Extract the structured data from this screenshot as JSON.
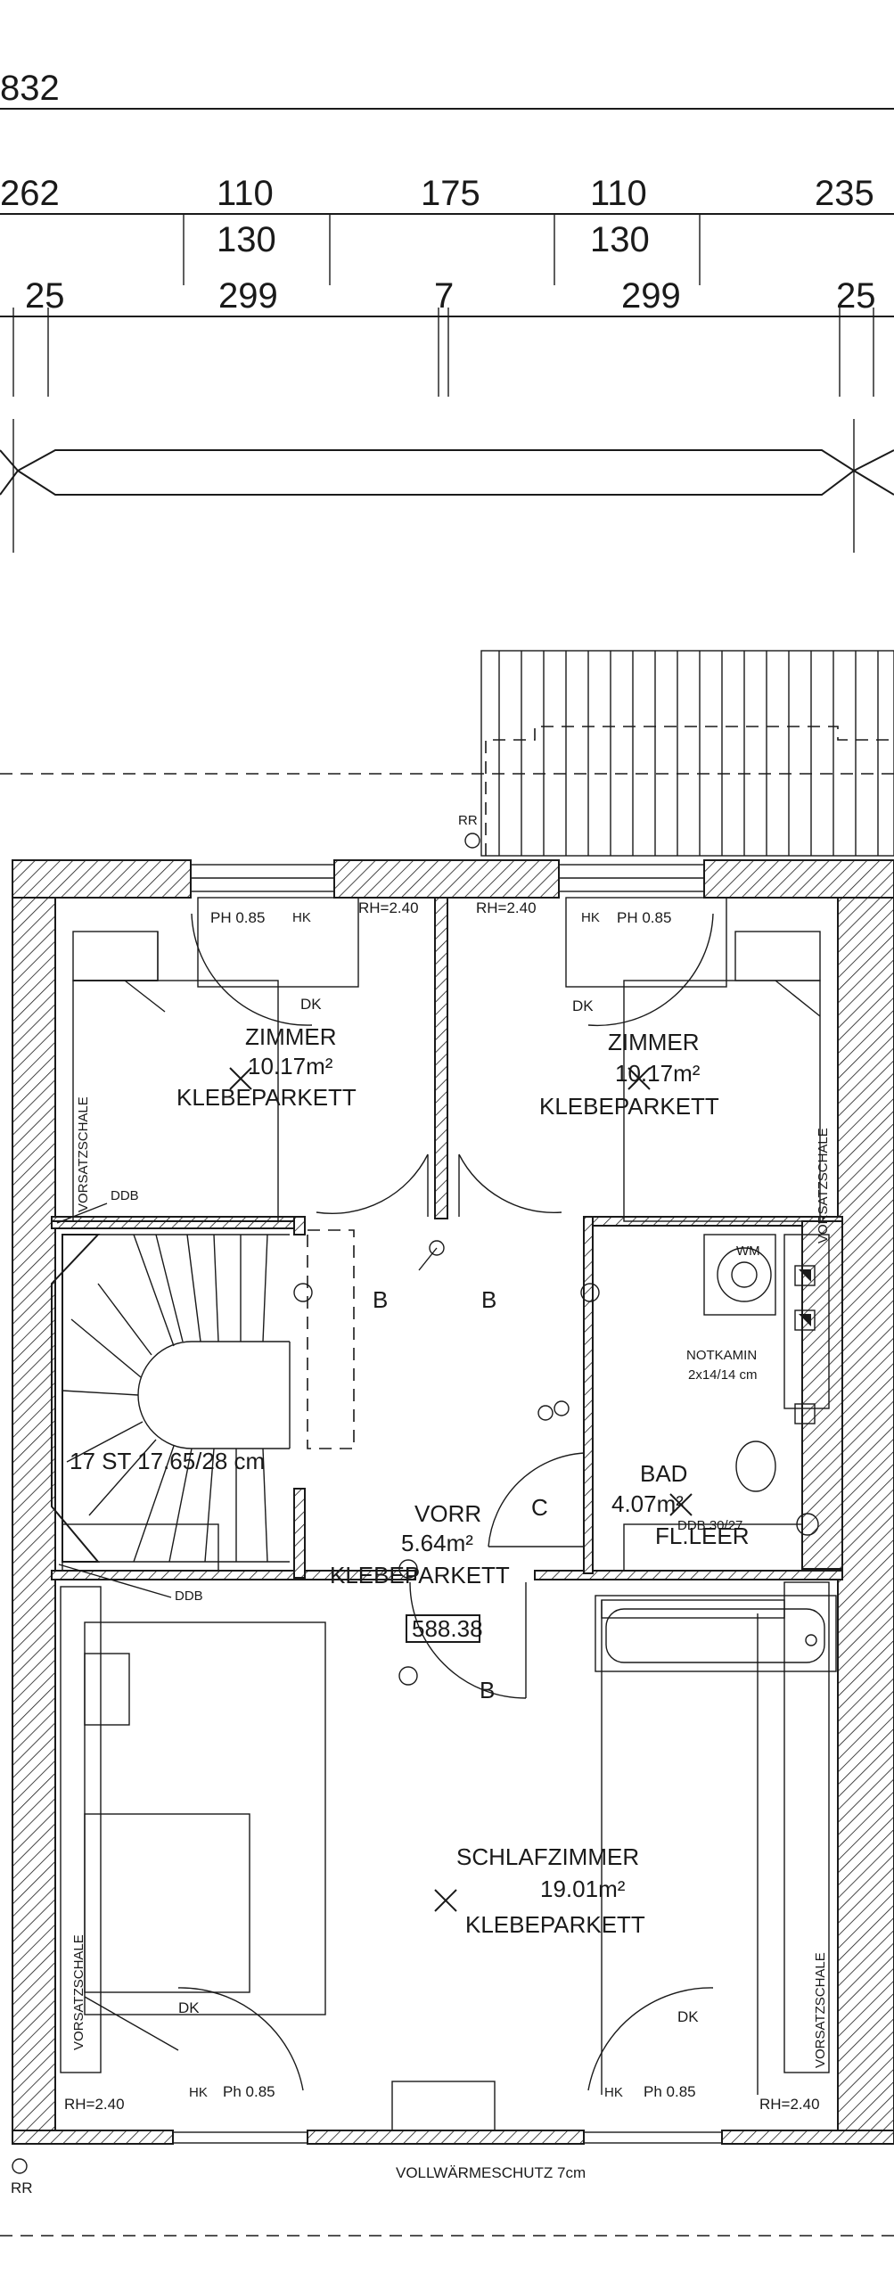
{
  "dimensions": {
    "total": "832",
    "row1": [
      "262",
      "110",
      "175",
      "110",
      "235"
    ],
    "row1_sub": [
      "130",
      "130"
    ],
    "row2": [
      "25",
      "299",
      "7",
      "299",
      "25"
    ]
  },
  "rooms": {
    "zimmer_left": {
      "name": "ZIMMER",
      "area": "10.17m²",
      "floor": "KLEBEPARKETT"
    },
    "zimmer_right": {
      "name": "ZIMMER",
      "area": "10.17m²",
      "floor": "KLEBEPARKETT"
    },
    "vorr": {
      "name": "VORR",
      "area": "5.64m²",
      "floor": "KLEBEPARKETT"
    },
    "bad": {
      "name": "BAD",
      "area": "4.07m²",
      "floor": "FL.LEER"
    },
    "schlafzimmer": {
      "name": "SCHLAFZIMMER",
      "area": "19.01m²",
      "floor": "KLEBEPARKETT"
    }
  },
  "labels": {
    "ph_left": "PH 0.85",
    "ph_right": "PH 0.85",
    "hk": "HK",
    "rh_240": "RH=2.40",
    "dk": "DK",
    "vorsatzschale": "VORSATZSCHALE",
    "ddb": "DDB",
    "ddb_30": "DDB 30/27",
    "wm": "WM",
    "notkamin": "NOTKAMIN",
    "notkamin_size": "2x14/14 cm",
    "rr": "RR",
    "door_b": "B",
    "door_c": "C",
    "stairs": "17 ST 17.65/28 cm",
    "level": "588.38",
    "ph_bottom": "Ph 0.85",
    "facade": "VOLLWÄRMESCHUTZ 7cm"
  }
}
